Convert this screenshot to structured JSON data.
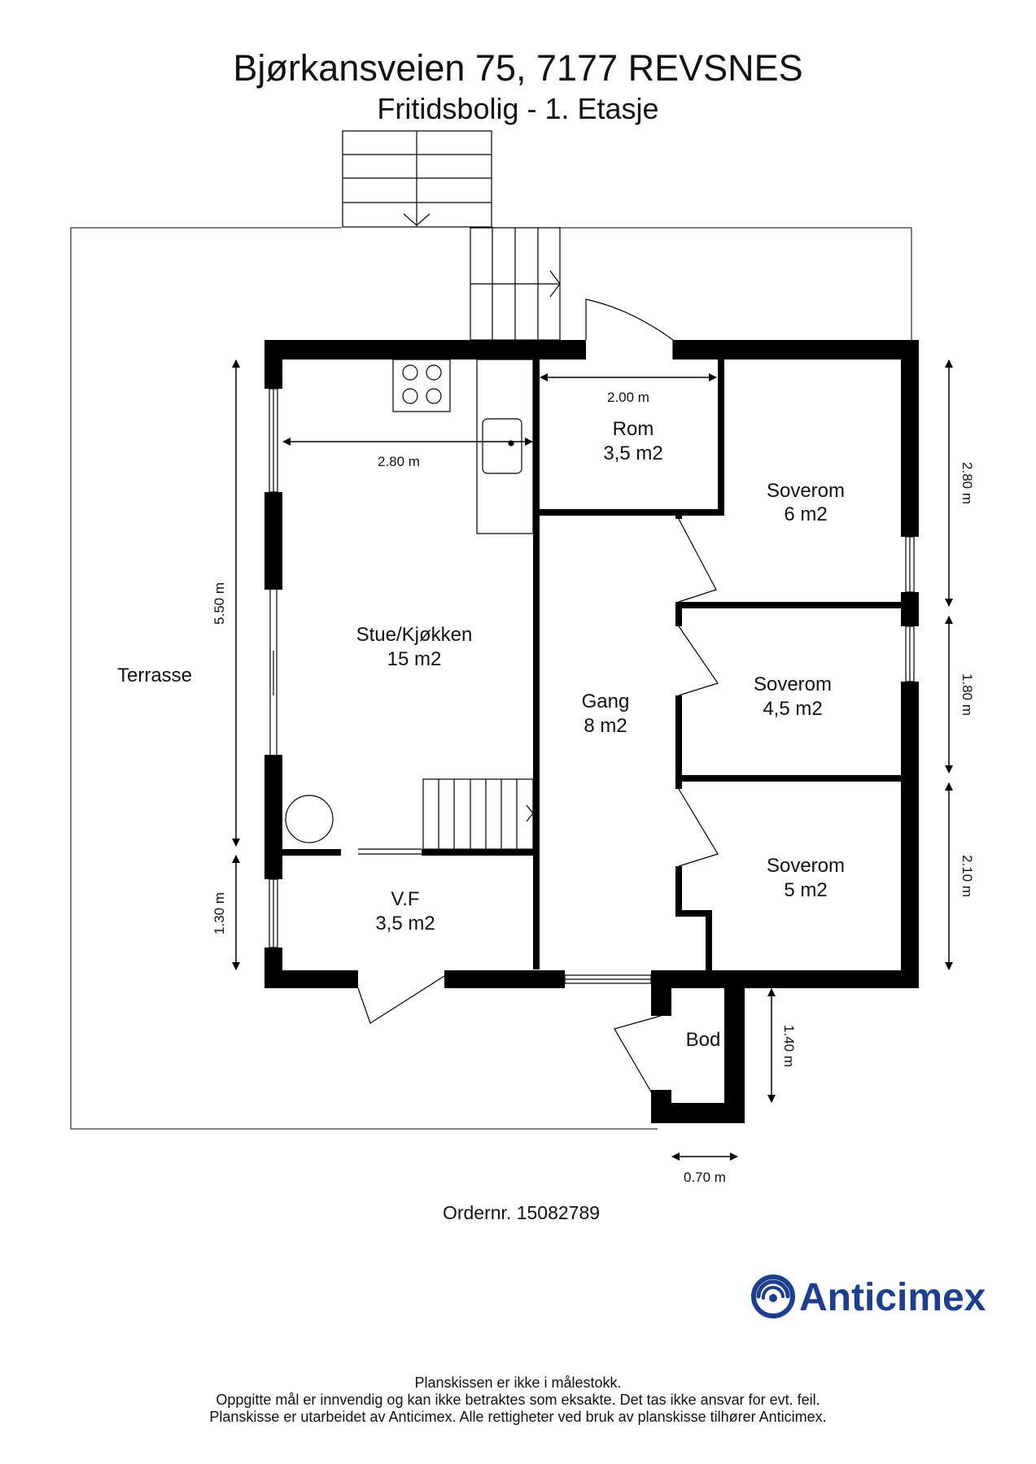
{
  "header": {
    "address": "Bjørkansveien 75, 7177 REVSNES",
    "subtitle": "Fritidsbolig - 1. Etasje"
  },
  "rooms": {
    "stue_name": "Stue/Kjøkken",
    "stue_area": "15 m2",
    "rom_name": "Rom",
    "rom_area": "3,5 m2",
    "soverom1_name": "Soverom",
    "soverom1_area": "6 m2",
    "soverom2_name": "Soverom",
    "soverom2_area": "4,5 m2",
    "soverom3_name": "Soverom",
    "soverom3_area": "5 m2",
    "gang_name": "Gang",
    "gang_area": "8 m2",
    "vf_name": "V.F",
    "vf_area": "3,5 m2",
    "bod_name": "Bod",
    "terrasse": "Terrasse"
  },
  "dimensions": {
    "rom_width": "2.00 m",
    "stue_width": "2.80 m",
    "stue_height": "5.50 m",
    "vf_height": "1.30 m",
    "soverom1_height": "2.80 m",
    "soverom2_height": "1.80 m",
    "soverom3_height": "2.10 m",
    "bod_height": "1.40 m",
    "bod_width": "0.70 m"
  },
  "order": "Ordernr. 15082789",
  "brand": {
    "name": "Anticimex",
    "color": "#1e3f8f"
  },
  "footer": {
    "line1": "Planskissen er ikke i målestokk.",
    "line2": "Oppgitte mål er innvendig og kan ikke betraktes som eksakte. Det tas ikke ansvar for evt. feil.",
    "line3": "Planskisse er utarbeidet av Anticimex. Alle rettigheter ved bruk av planskisse tilhører Anticimex."
  }
}
